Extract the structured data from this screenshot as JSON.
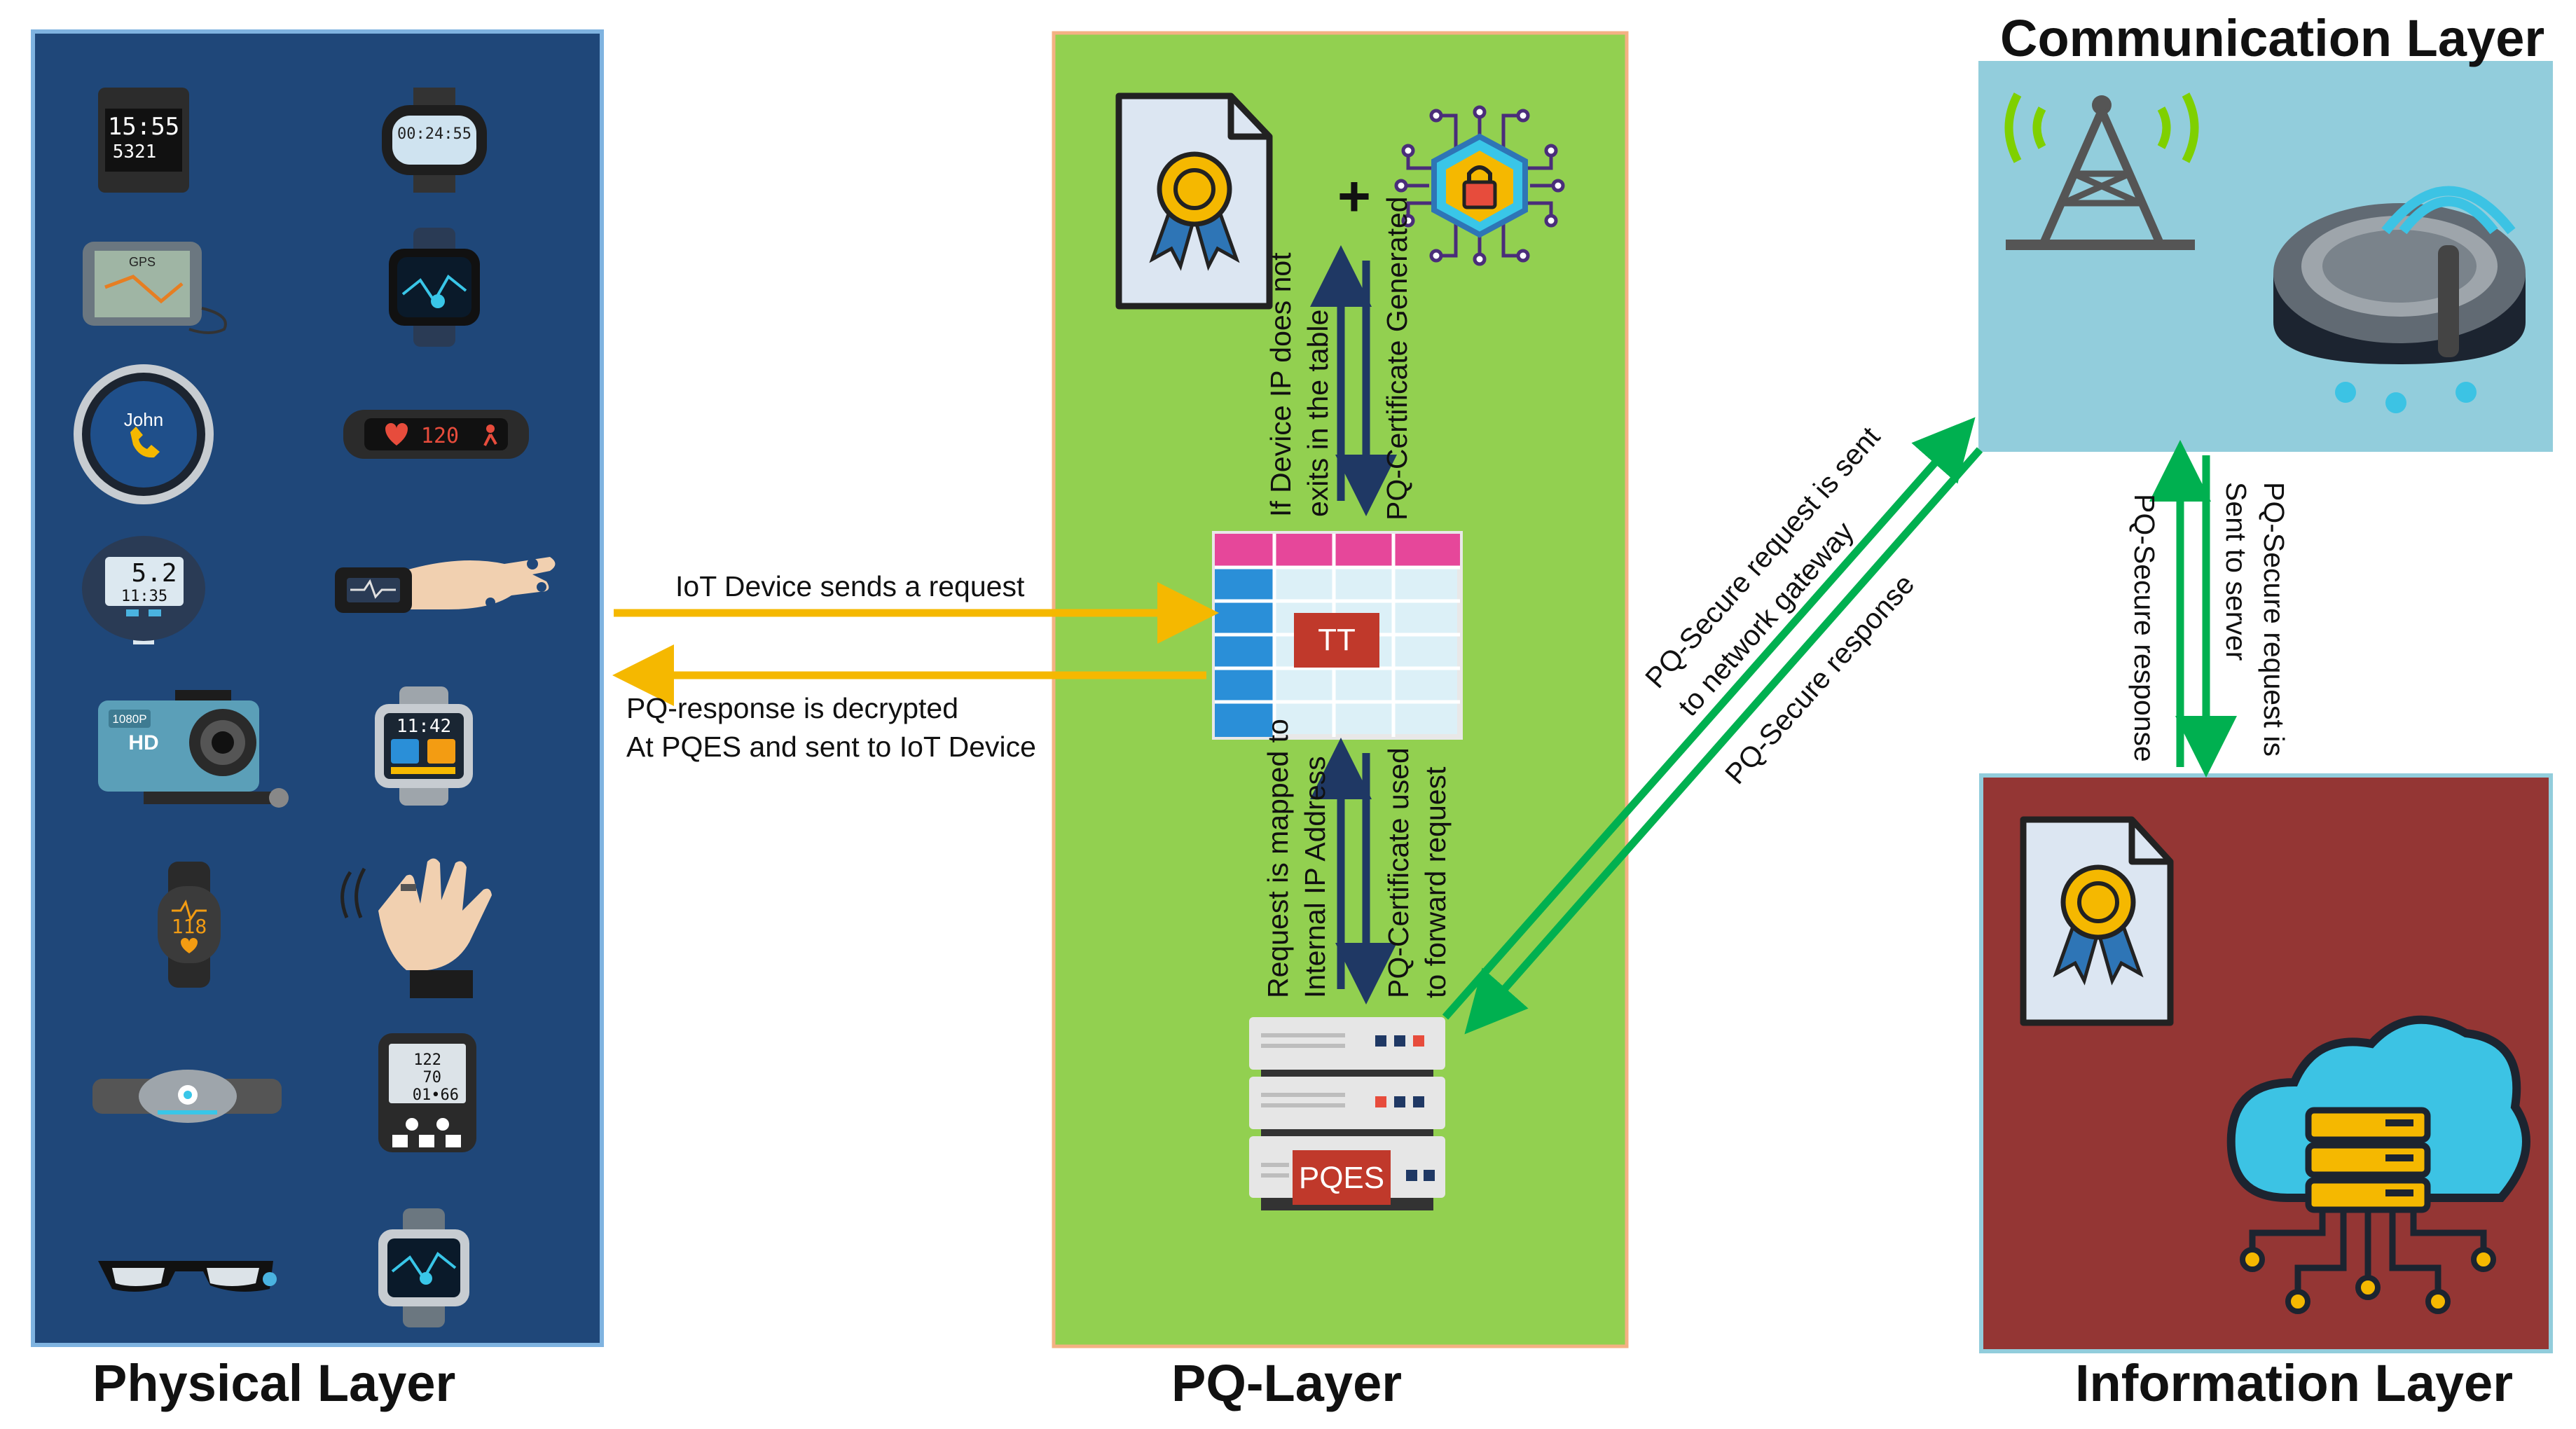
{
  "layers": {
    "physical": "Physical Layer",
    "pq": "PQ-Layer",
    "communication": "Communication Layer",
    "information": "Information Layer"
  },
  "devices": {
    "watch1_time": "15:55",
    "watch1_steps": "5321",
    "watch2_time": "00:24:55",
    "watch3_gps": "GPS",
    "watch5_name": "John",
    "band_bpm": "120",
    "glucose_value": "5.2",
    "glucose_time": "11:35",
    "camera_res": "1080P",
    "camera_hd": "HD",
    "watch8_time": "11:42",
    "band2_bpm": "118",
    "bp_top": "122",
    "bp_mid": "70",
    "bp_bottom": "01•66"
  },
  "pq_layer": {
    "table_label": "TT",
    "server_label": "PQES",
    "plus": "+",
    "arrow_up_label_1": "If Device IP does not",
    "arrow_up_label_2": "exits in the table",
    "arrow_down_label": "PQ-Certificate Generated",
    "arrow_map_label_1": "Request is mapped to",
    "arrow_map_label_2": "Internal IP Address",
    "arrow_fwd_label_1": "PQ-Certificate used",
    "arrow_fwd_label_2": "to forward request"
  },
  "flows": {
    "request": "IoT Device sends a request",
    "response_1": "PQ-response is decrypted",
    "response_2": "At PQES and sent to IoT Device",
    "secure_request_1": "PQ-Secure request is sent",
    "secure_request_2": "to network gateway",
    "secure_response": "PQ-Secure response",
    "server_request_1": "PQ-Secure request is",
    "server_request_2": "Sent to server",
    "server_response": "PQ-Secure response"
  },
  "colors": {
    "physical_bg": "#1f4779",
    "pq_bg": "#92d050",
    "comm_bg": "#92cddc",
    "info_bg": "#943634",
    "request_arrow": "#f5b800",
    "secure_arrow": "#00b050",
    "internal_arrow": "#1f3864",
    "label_box": "#c0392b"
  }
}
